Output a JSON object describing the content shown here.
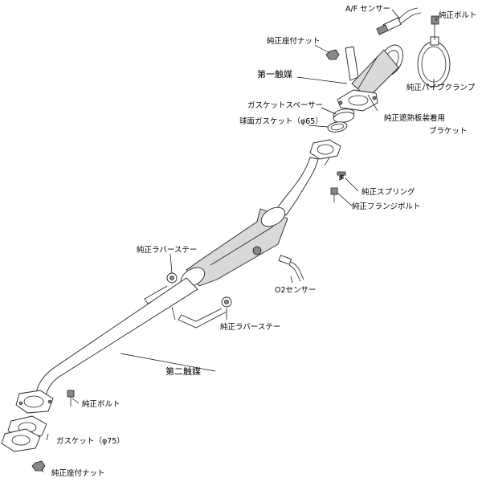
{
  "labels": {
    "af_sensor": "A/F センサー",
    "genuine_bolt_top": "純正ボルト",
    "genuine_seat_nut_top": "純正座付ナット",
    "first_catalyst": "第一触媒",
    "genuine_pipe_clamp": "純正パイプクランプ",
    "gasket_spacer": "ガスケットスペーサー",
    "spherical_gasket": "球面ガスケット（φ65）",
    "heat_shield_bracket_line1": "純正遮熱板装着用",
    "heat_shield_bracket_line2": "ブラケット",
    "genuine_spring": "純正スプリング",
    "genuine_flange_bolt": "純正フランジボルト",
    "rubber_stay_upper": "純正ラバーステー",
    "o2_sensor": "O2センサー",
    "rubber_stay_lower": "純正ラバーステー",
    "second_catalyst": "第二触媒",
    "genuine_bolt_bottom": "純正ボルト",
    "gasket_75": "ガスケット（φ75）",
    "genuine_seat_nut_bottom": "純正座付ナット"
  }
}
